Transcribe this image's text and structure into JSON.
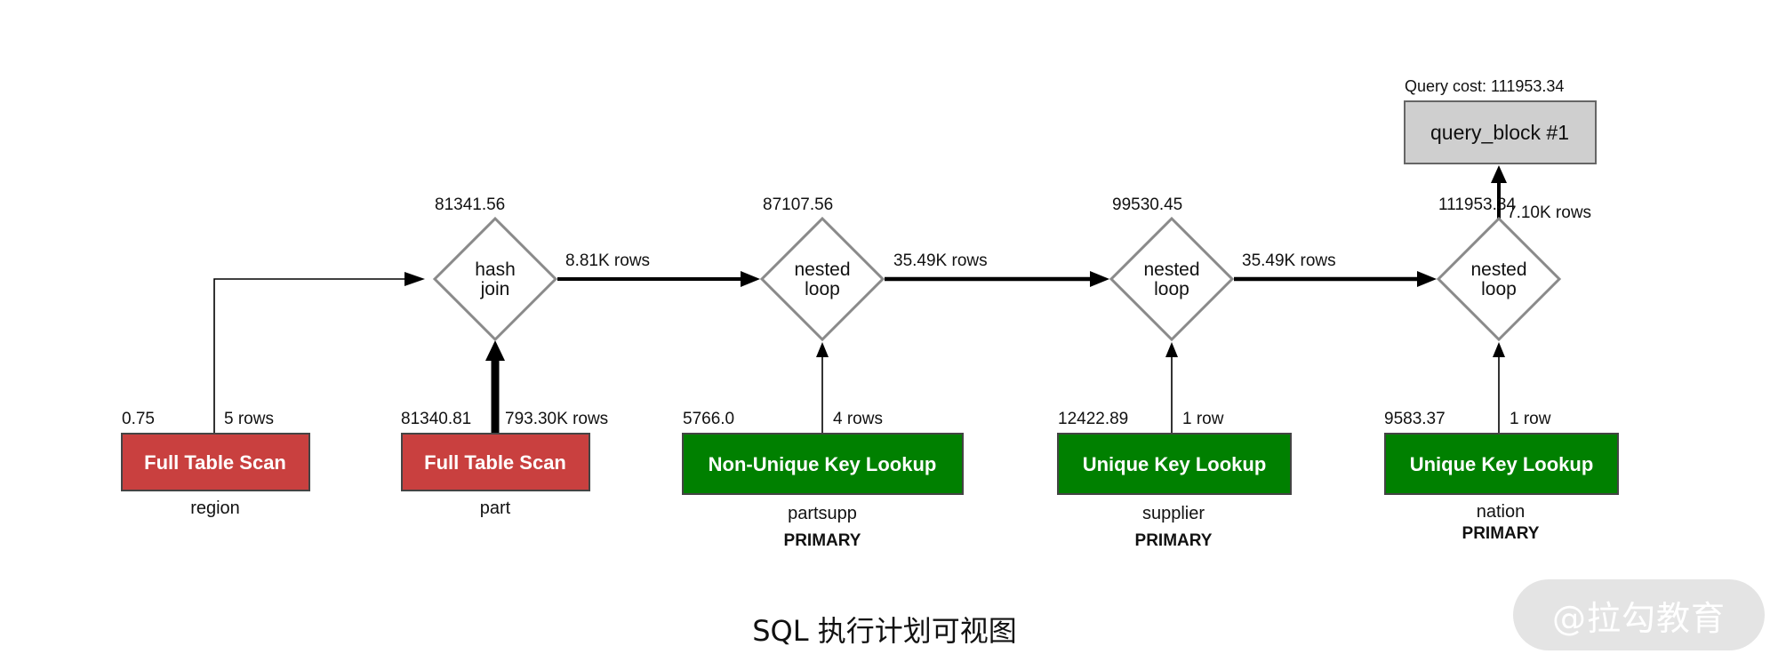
{
  "diagram": {
    "query_block": {
      "label": "query_block #1",
      "cost_label": "Query cost: 111953.34"
    },
    "joins": [
      {
        "id": "j1",
        "line1": "hash",
        "line2": "join",
        "cost": "81341.56",
        "out_rows": "8.81K rows"
      },
      {
        "id": "j2",
        "line1": "nested",
        "line2": "loop",
        "cost": "87107.56",
        "out_rows": "35.49K rows"
      },
      {
        "id": "j3",
        "line1": "nested",
        "line2": "loop",
        "cost": "99530.45",
        "out_rows": "35.49K rows"
      },
      {
        "id": "j4",
        "line1": "nested",
        "line2": "loop",
        "cost": "111953.34",
        "out_rows": "7.10K rows"
      }
    ],
    "tables": [
      {
        "id": "t1",
        "access": "Full Table Scan",
        "table": "region",
        "key": "",
        "cost": "0.75",
        "rows": "5 rows",
        "color": "#c9403f"
      },
      {
        "id": "t2",
        "access": "Full Table Scan",
        "table": "part",
        "key": "",
        "cost": "81340.81",
        "rows": "793.30K rows",
        "color": "#c9403f"
      },
      {
        "id": "t3",
        "access": "Non-Unique Key Lookup",
        "table": "partsupp",
        "key": "PRIMARY",
        "cost": "5766.0",
        "rows": "4 rows",
        "color": "#008000"
      },
      {
        "id": "t4",
        "access": "Unique Key Lookup",
        "table": "supplier",
        "key": "PRIMARY",
        "cost": "12422.89",
        "rows": "1 row",
        "color": "#008000"
      },
      {
        "id": "t5",
        "access": "Unique Key Lookup",
        "table": "nation",
        "key": "PRIMARY",
        "cost": "9583.37",
        "rows": "1 row",
        "color": "#008000"
      }
    ]
  },
  "caption": "SQL 执行计划可视图",
  "watermark": "@拉勾教育"
}
